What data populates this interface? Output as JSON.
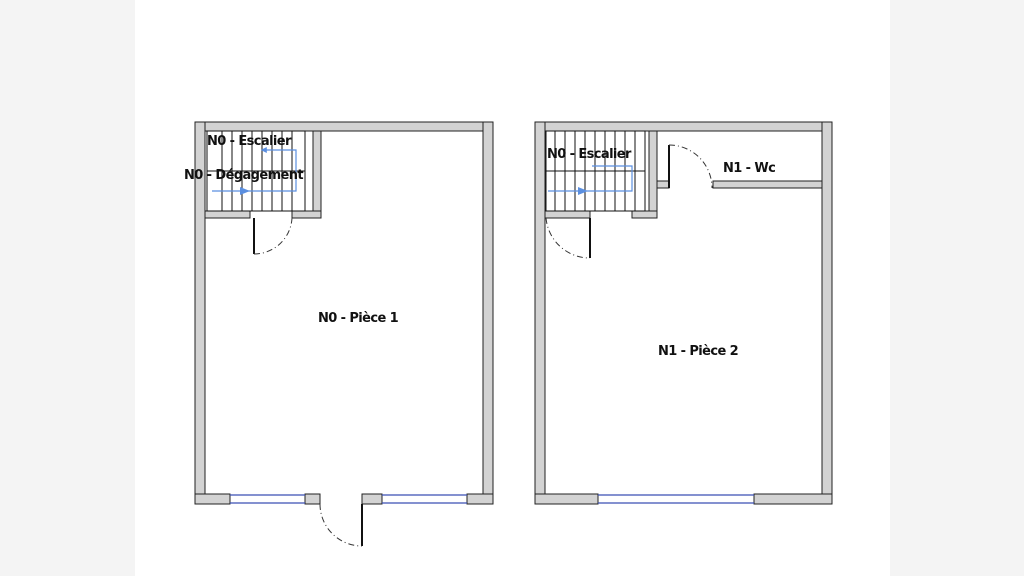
{
  "plan": {
    "colors": {
      "wall_fill": "#d3d3d3",
      "wall_stroke": "#222222",
      "window": "#3a4fb5",
      "stair_arrow": "#5b8fe0",
      "door_swing": "#333333",
      "room_label": "#111111"
    },
    "floors": [
      {
        "rooms": [
          {
            "label": "N0 - Escalier"
          },
          {
            "label": "N0 - Dégagement"
          },
          {
            "label": "N0 - Pièce 1"
          }
        ]
      },
      {
        "rooms": [
          {
            "label": "N0 - Escalier"
          },
          {
            "label": "N1 - Wc"
          },
          {
            "label": "N1 - Pièce 2"
          }
        ]
      }
    ]
  }
}
